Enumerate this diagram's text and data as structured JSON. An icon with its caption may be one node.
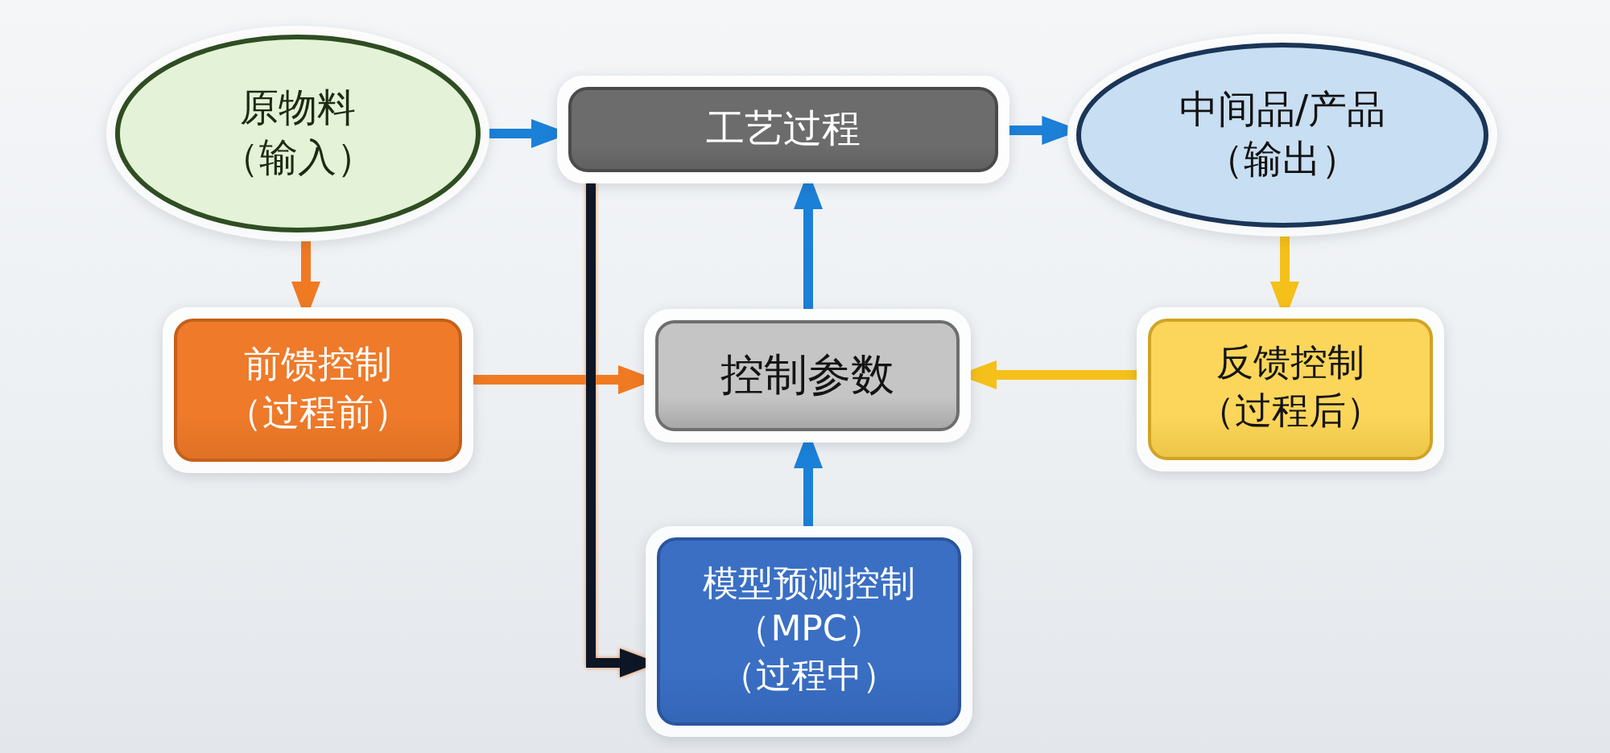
{
  "diagram": {
    "nodes": [
      {
        "text": [
          "原物料（输入）"
        ]
      },
      {
        "text": [
          "工艺过程"
        ]
      },
      {
        "text": [
          "中间品/产品（输出）"
        ]
      },
      {
        "text": [
          "前馈控制（过程前）"
        ]
      },
      {
        "text": [
          "控制参数"
        ]
      },
      {
        "text": [
          "反馈控制（过程后）"
        ]
      },
      {
        "text": [
          "模型预测控制（MPC）（过程中）"
        ]
      }
    ],
    "edges": [
      {
        "from": 0,
        "to": 1,
        "arrow": "to"
      },
      {
        "from": 1,
        "to": 2,
        "arrow": "to"
      },
      {
        "from": 0,
        "to": 3,
        "arrow": "to",
        "color": "#f07a22"
      },
      {
        "from": 2,
        "to": 5,
        "arrow": "to",
        "color": "#f5c01a"
      },
      {
        "from": 3,
        "to": 4,
        "arrow": "to",
        "color": "#f07a22"
      },
      {
        "from": 5,
        "to": 4,
        "arrow": "to",
        "color": "#f5c01a"
      },
      {
        "from": 4,
        "to": 1,
        "arrow": "to"
      },
      {
        "from": 6,
        "to": 4,
        "arrow": "to"
      },
      {
        "from": 1,
        "to": 6,
        "arrow": "to",
        "color": "#0f1626"
      }
    ]
  }
}
